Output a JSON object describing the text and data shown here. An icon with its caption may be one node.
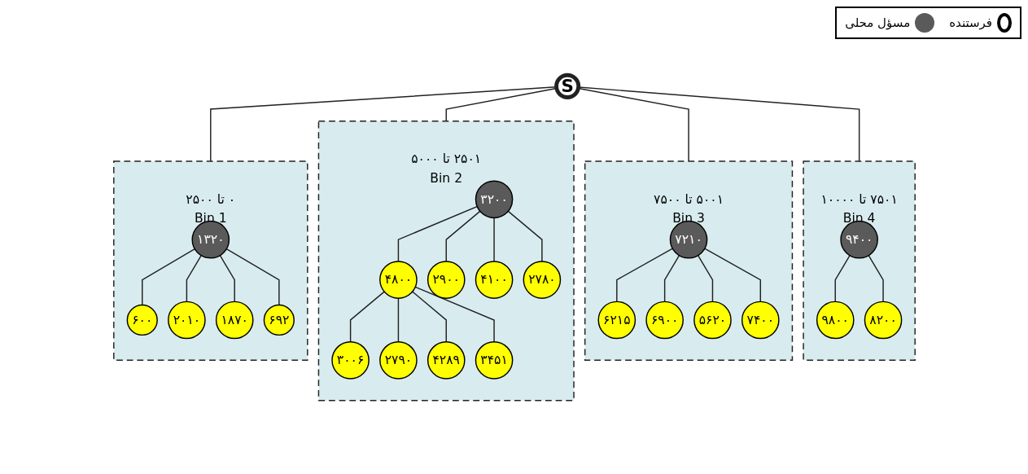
{
  "diagram": {
    "nodes": [
      {
        "text": [
          "S"
        ]
      },
      {
        "text": [
          "۰ تا ۲۵۰۰",
          "Bin 1"
        ]
      },
      {
        "text": [
          "۱۳۲۰"
        ],
        "in": 1
      },
      {
        "text": [
          "۶۰۰"
        ],
        "in": 1
      },
      {
        "text": [
          "۲۰۱۰"
        ],
        "in": 1
      },
      {
        "text": [
          "۱۸۷۰"
        ],
        "in": 1
      },
      {
        "text": [
          "۶۹۲"
        ],
        "in": 1
      },
      {
        "text": [
          "۲۵۰۱ تا ۵۰۰۰",
          "Bin 2"
        ]
      },
      {
        "text": [
          "۳۲۰۰"
        ],
        "in": 7
      },
      {
        "text": [
          "۴۸۰۰"
        ],
        "in": 7
      },
      {
        "text": [
          "۲۹۰۰"
        ],
        "in": 7
      },
      {
        "text": [
          "۴۱۰۰"
        ],
        "in": 7
      },
      {
        "text": [
          "۲۷۸۰"
        ],
        "in": 7
      },
      {
        "text": [
          "۳۰۰۶"
        ],
        "in": 7
      },
      {
        "text": [
          "۲۷۹۰"
        ],
        "in": 7
      },
      {
        "text": [
          "۴۲۸۹"
        ],
        "in": 7
      },
      {
        "text": [
          "۳۴۵۱"
        ],
        "in": 7
      },
      {
        "text": [
          "۵۰۰۱ تا ۷۵۰۰",
          "Bin 3"
        ]
      },
      {
        "text": [
          "۷۲۱۰"
        ],
        "in": 17
      },
      {
        "text": [
          "۶۲۱۵"
        ],
        "in": 17
      },
      {
        "text": [
          "۶۹۰۰"
        ],
        "in": 17
      },
      {
        "text": [
          "۵۶۲۰"
        ],
        "in": 17
      },
      {
        "text": [
          "۷۴۰۰"
        ],
        "in": 17
      },
      {
        "text": [
          "۷۵۰۱ تا ۱۰۰۰۰",
          "Bin 4"
        ]
      },
      {
        "text": [
          "۹۴۰۰"
        ],
        "in": 23
      },
      {
        "text": [
          "۹۸۰۰"
        ],
        "in": 23
      },
      {
        "text": [
          "۸۲۰۰"
        ],
        "in": 23
      }
    ],
    "edges": [
      {
        "from": 0,
        "to": 1,
        "arrow": "none"
      },
      {
        "from": 0,
        "to": 7,
        "arrow": "none"
      },
      {
        "from": 0,
        "to": 17,
        "arrow": "none"
      },
      {
        "from": 0,
        "to": 23,
        "arrow": "none"
      },
      {
        "from": 2,
        "to": 3,
        "arrow": "none"
      },
      {
        "from": 2,
        "to": 4,
        "arrow": "none"
      },
      {
        "from": 2,
        "to": 5,
        "arrow": "none"
      },
      {
        "from": 2,
        "to": 6,
        "arrow": "none"
      },
      {
        "from": 8,
        "to": 9,
        "arrow": "none"
      },
      {
        "from": 8,
        "to": 10,
        "arrow": "none"
      },
      {
        "from": 8,
        "to": 11,
        "arrow": "none"
      },
      {
        "from": 8,
        "to": 12,
        "arrow": "none"
      },
      {
        "from": 9,
        "to": 13,
        "arrow": "none"
      },
      {
        "from": 9,
        "to": 14,
        "arrow": "none"
      },
      {
        "from": 9,
        "to": 15,
        "arrow": "none"
      },
      {
        "from": 9,
        "to": 16,
        "arrow": "none"
      },
      {
        "from": 18,
        "to": 19,
        "arrow": "none"
      },
      {
        "from": 18,
        "to": 20,
        "arrow": "none"
      },
      {
        "from": 18,
        "to": 21,
        "arrow": "none"
      },
      {
        "from": 18,
        "to": 22,
        "arrow": "none"
      },
      {
        "from": 24,
        "to": 25,
        "arrow": "none"
      },
      {
        "from": 24,
        "to": 26,
        "arrow": "none"
      }
    ],
    "legend": [
      {
        "text": "فرستنده"
      },
      {
        "text": "مسؤل محلی",
        "color": "#5a5a5a"
      }
    ]
  }
}
